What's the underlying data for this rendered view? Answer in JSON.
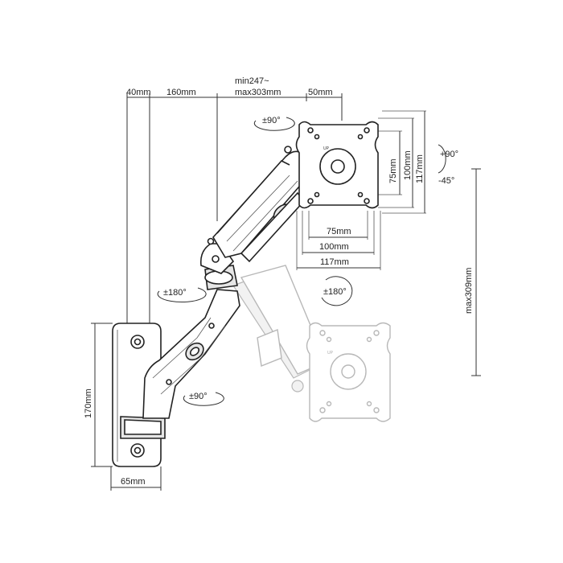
{
  "dimensions": {
    "depth_40": "40mm",
    "depth_160": "160mm",
    "reach_min": "min247~",
    "reach_max": "max303mm",
    "depth_50": "50mm",
    "rot_top": "±90°",
    "tilt_up": "+90°",
    "tilt_down": "-45°",
    "vesa_75_v": "75mm",
    "vesa_100_v": "100mm",
    "vesa_117_v": "117mm",
    "vesa_75_h": "75mm",
    "vesa_100_h": "100mm",
    "vesa_117_h": "117mm",
    "rot_plate": "±180°",
    "rot_joint": "±180°",
    "rot_lower": "±90°",
    "height_max": "max309mm",
    "wall_height": "170mm",
    "wall_width": "65mm"
  },
  "labels": {
    "up_mark": "UP"
  }
}
